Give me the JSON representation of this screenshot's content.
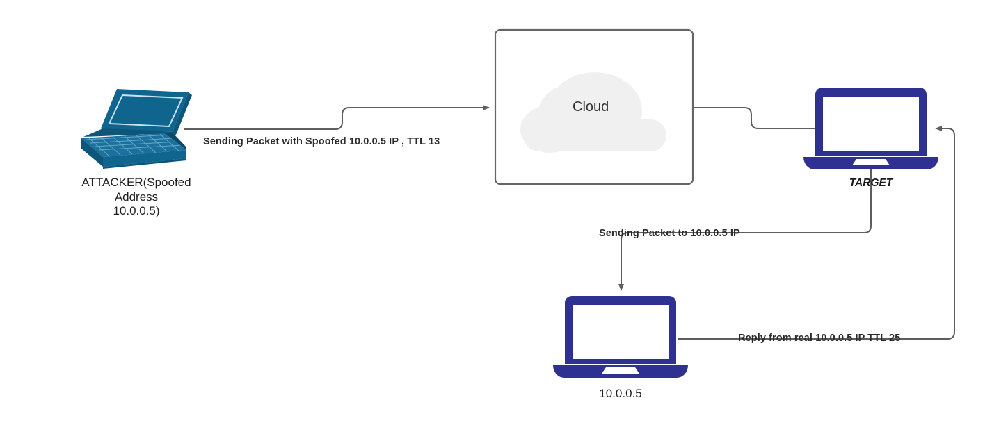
{
  "diagram": {
    "title": "IP Spoofing / TTL Reflection Network Diagram",
    "background": "#ffffff",
    "colors": {
      "attacker_laptop": "#10658F",
      "attacker_laptop_dark": "#0d5679",
      "attacker_laptop_light": "#2a7fad",
      "device_navy": "#2E3192",
      "cloud_fill": "#F0F0F0",
      "line": "#666666",
      "box_border": "#666666",
      "label_text": "#2a2a2a",
      "node_text": "#1f1f1f"
    }
  },
  "nodes": {
    "attacker": {
      "icon": "laptop-isometric-icon",
      "label_lines": [
        "ATTACKER(Spoofed",
        "Address",
        "10.0.0.5)"
      ],
      "label": "ATTACKER(Spoofed\nAddress\n10.0.0.5)"
    },
    "cloud_box": {
      "icon": "cloud-icon",
      "label": "Cloud"
    },
    "target": {
      "icon": "laptop-front-icon",
      "label": "TARGET"
    },
    "real_host": {
      "icon": "laptop-front-icon",
      "label": "10.0.0.5"
    }
  },
  "edges": [
    {
      "id": "attacker-to-cloud",
      "label": "Sending Packet with Spoofed 10.0.0.5 IP , TTL 13",
      "from": "attacker",
      "to": "cloud_box",
      "arrow": true
    },
    {
      "id": "cloud-to-target",
      "label": "",
      "from": "cloud_box",
      "to": "target",
      "arrow": false
    },
    {
      "id": "target-to-real-host",
      "label": "Sending Packet to 10.0.0.5 IP",
      "from": "target",
      "to": "real_host",
      "arrow": true
    },
    {
      "id": "real-host-to-target",
      "label": "Reply from real 10.0.0.5 IP TTL 25",
      "from": "real_host",
      "to": "target",
      "arrow": true
    }
  ]
}
